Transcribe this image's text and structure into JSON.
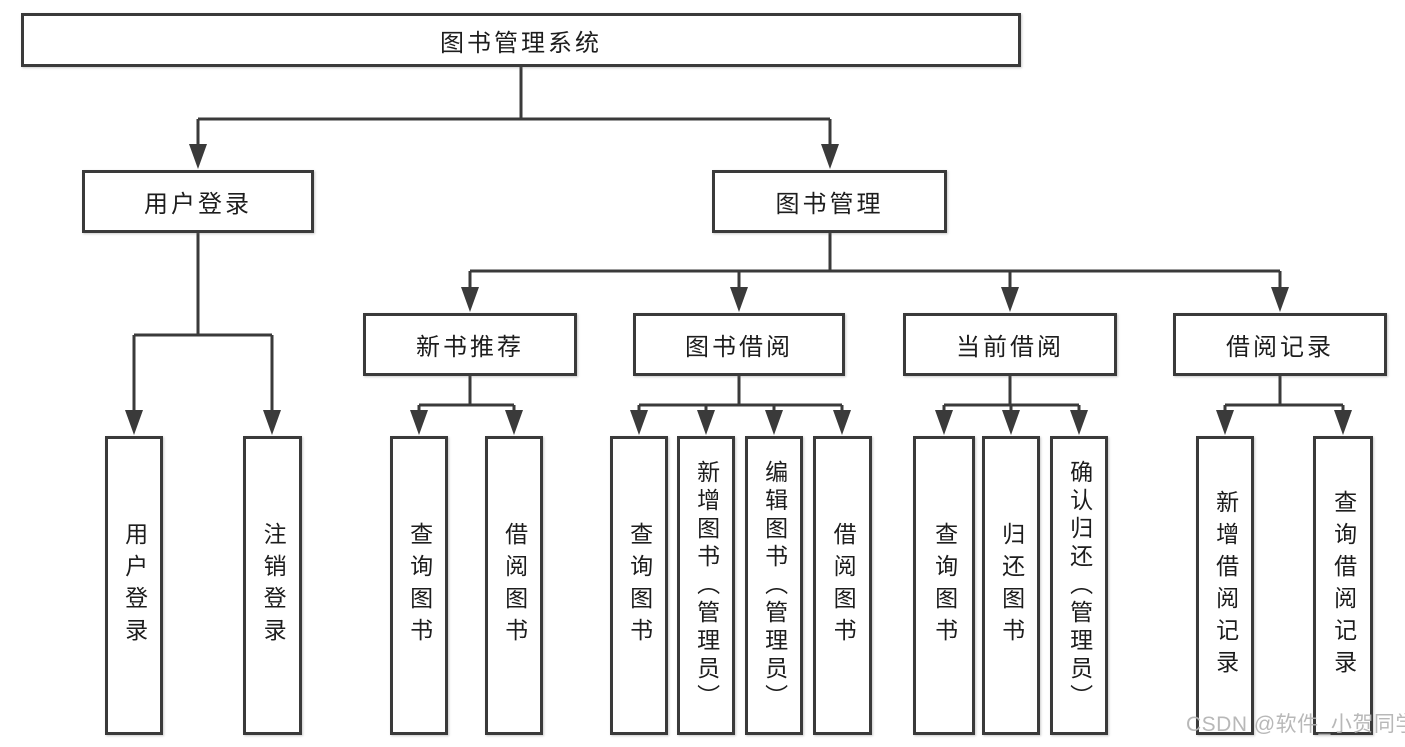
{
  "diagram": {
    "root": {
      "label": "图书管理系统"
    },
    "branches": [
      {
        "label": "用户登录",
        "leaves": [
          "用户登录",
          "注销登录"
        ]
      },
      {
        "label": "图书管理",
        "children": [
          {
            "label": "新书推荐",
            "leaves": [
              "查询图书",
              "借阅图书"
            ]
          },
          {
            "label": "图书借阅",
            "leaves": [
              "查询图书",
              "新增图书（管理员）",
              "编辑图书（管理员）",
              "借阅图书"
            ]
          },
          {
            "label": "当前借阅",
            "leaves": [
              "查询图书",
              "归还图书",
              "确认归还（管理员）"
            ]
          },
          {
            "label": "借阅记录",
            "leaves": [
              "新增借阅记录",
              "查询借阅记录"
            ]
          }
        ]
      }
    ]
  },
  "watermark": {
    "text": "CSDN @软件_小贺同学"
  },
  "colors": {
    "line": "#3a3a3a",
    "text": "#1d1d1d",
    "watermark_gray": "#b2b2b2",
    "background": "#ffffff"
  }
}
